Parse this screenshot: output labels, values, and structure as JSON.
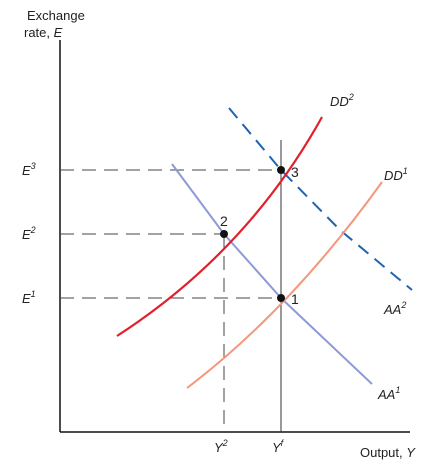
{
  "axes": {
    "y_title_line1": "Exchange",
    "y_title_line2_text": "rate, ",
    "y_title_line2_var": "E",
    "x_title_text": "Output, ",
    "x_title_var": "Y"
  },
  "ticks": {
    "e3": {
      "base": "E",
      "sup": "3"
    },
    "e2": {
      "base": "E",
      "sup": "2"
    },
    "e1": {
      "base": "E",
      "sup": "1"
    },
    "y2": {
      "base": "Y",
      "sup": "2"
    },
    "yf": {
      "base": "Y",
      "sup": "f"
    }
  },
  "curves": {
    "dd2": {
      "base": "DD",
      "sup": "2",
      "color": "#e0202a"
    },
    "dd1": {
      "base": "DD",
      "sup": "1",
      "color": "#f4977c"
    },
    "aa1": {
      "base": "AA",
      "sup": "1",
      "color": "#8e9ad6"
    },
    "aa2": {
      "base": "AA",
      "sup": "2",
      "color": "#1f64b0"
    }
  },
  "points": [
    "1",
    "2",
    "3"
  ]
}
